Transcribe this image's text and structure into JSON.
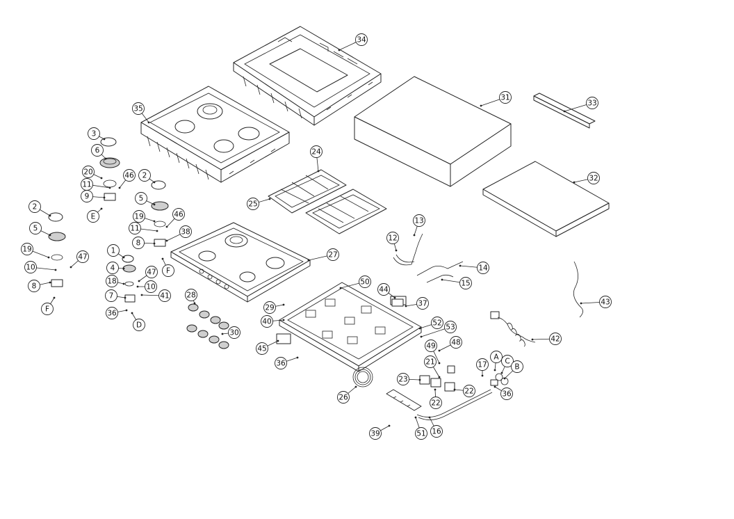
{
  "diagram": {
    "type": "exploded-parts-diagram",
    "callouts": [
      {
        "id": "c34",
        "label": "34"
      },
      {
        "id": "c35",
        "label": "35"
      },
      {
        "id": "c31",
        "label": "31"
      },
      {
        "id": "c33",
        "label": "33"
      },
      {
        "id": "c32",
        "label": "32"
      },
      {
        "id": "c3",
        "label": "3"
      },
      {
        "id": "c6",
        "label": "6"
      },
      {
        "id": "c20",
        "label": "20"
      },
      {
        "id": "c46a",
        "label": "46"
      },
      {
        "id": "c11a",
        "label": "11"
      },
      {
        "id": "c9",
        "label": "9"
      },
      {
        "id": "cE",
        "label": "E"
      },
      {
        "id": "c2a",
        "label": "2"
      },
      {
        "id": "c5a",
        "label": "5"
      },
      {
        "id": "c19a",
        "label": "19"
      },
      {
        "id": "c46b",
        "label": "46"
      },
      {
        "id": "c11b",
        "label": "11"
      },
      {
        "id": "c38",
        "label": "38"
      },
      {
        "id": "c8a",
        "label": "8"
      },
      {
        "id": "cF1",
        "label": "F"
      },
      {
        "id": "c24",
        "label": "24"
      },
      {
        "id": "c25",
        "label": "25"
      },
      {
        "id": "c2b",
        "label": "2"
      },
      {
        "id": "c5b",
        "label": "5"
      },
      {
        "id": "c19b",
        "label": "19"
      },
      {
        "id": "c10a",
        "label": "10"
      },
      {
        "id": "c47a",
        "label": "47"
      },
      {
        "id": "c8b",
        "label": "8"
      },
      {
        "id": "cF2",
        "label": "F"
      },
      {
        "id": "c1",
        "label": "1"
      },
      {
        "id": "c4",
        "label": "4"
      },
      {
        "id": "c47b",
        "label": "47"
      },
      {
        "id": "c18",
        "label": "18"
      },
      {
        "id": "c10b",
        "label": "10"
      },
      {
        "id": "c7",
        "label": "7"
      },
      {
        "id": "c41",
        "label": "41"
      },
      {
        "id": "c36a",
        "label": "36"
      },
      {
        "id": "cD",
        "label": "D"
      },
      {
        "id": "c27",
        "label": "27"
      },
      {
        "id": "c12",
        "label": "12"
      },
      {
        "id": "c13",
        "label": "13"
      },
      {
        "id": "c14",
        "label": "14"
      },
      {
        "id": "c15",
        "label": "15"
      },
      {
        "id": "c43",
        "label": "43"
      },
      {
        "id": "c28",
        "label": "28"
      },
      {
        "id": "c30",
        "label": "30"
      },
      {
        "id": "c50",
        "label": "50"
      },
      {
        "id": "c44",
        "label": "44"
      },
      {
        "id": "c29",
        "label": "29"
      },
      {
        "id": "c37",
        "label": "37"
      },
      {
        "id": "c40",
        "label": "40"
      },
      {
        "id": "c52",
        "label": "52"
      },
      {
        "id": "c53",
        "label": "53"
      },
      {
        "id": "c42",
        "label": "42"
      },
      {
        "id": "c45",
        "label": "45"
      },
      {
        "id": "c48",
        "label": "48"
      },
      {
        "id": "c36b",
        "label": "36"
      },
      {
        "id": "c49",
        "label": "49"
      },
      {
        "id": "cA",
        "label": "A"
      },
      {
        "id": "c17",
        "label": "17"
      },
      {
        "id": "cC",
        "label": "C"
      },
      {
        "id": "cB",
        "label": "B"
      },
      {
        "id": "c21",
        "label": "21"
      },
      {
        "id": "c23",
        "label": "23"
      },
      {
        "id": "c22a",
        "label": "22"
      },
      {
        "id": "c36c",
        "label": "36"
      },
      {
        "id": "c22b",
        "label": "22"
      },
      {
        "id": "c26",
        "label": "26"
      },
      {
        "id": "c39",
        "label": "39"
      },
      {
        "id": "c51",
        "label": "51"
      },
      {
        "id": "c16",
        "label": "16"
      }
    ]
  }
}
